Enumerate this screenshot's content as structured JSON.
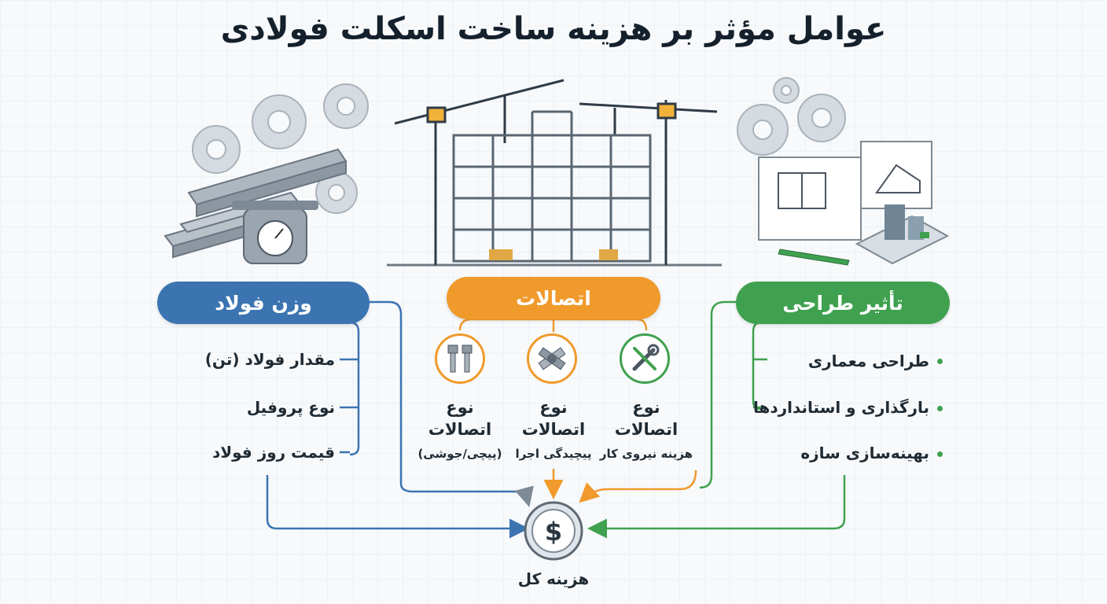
{
  "title": "عوامل مؤثر بر هزینه ساخت اسکلت فولادی",
  "steel_weight": {
    "heading": "وزن فولاد",
    "items": [
      "مقدار فولاد (تن)",
      "نوع پروفیل",
      "قیمت روز فولاد"
    ],
    "color": "#3b74b1"
  },
  "connections": {
    "heading": "اتصالات",
    "color": "#f09a2c",
    "columns": [
      {
        "icon": "wrench-screwdriver-icon",
        "label": "نوع\nاتصالات",
        "sub": "هزینه نیروی کار"
      },
      {
        "icon": "pipes-fitting-icon",
        "label": "نوع\nاتصالات",
        "sub": "پیچیدگی اجرا"
      },
      {
        "icon": "bolt-nut-icon",
        "label": "نوع\nاتصالات",
        "sub": "(پیچی/جوشی)"
      }
    ]
  },
  "design_impact": {
    "heading": "تأثیر طراحی",
    "items": [
      "طراحی معماری",
      "بارگذاری و استانداردها",
      "بهینه‌سازی سازه"
    ],
    "color": "#3fa14f"
  },
  "total": {
    "icon": "dollar-coin-icon",
    "label": "هزینه کل"
  }
}
